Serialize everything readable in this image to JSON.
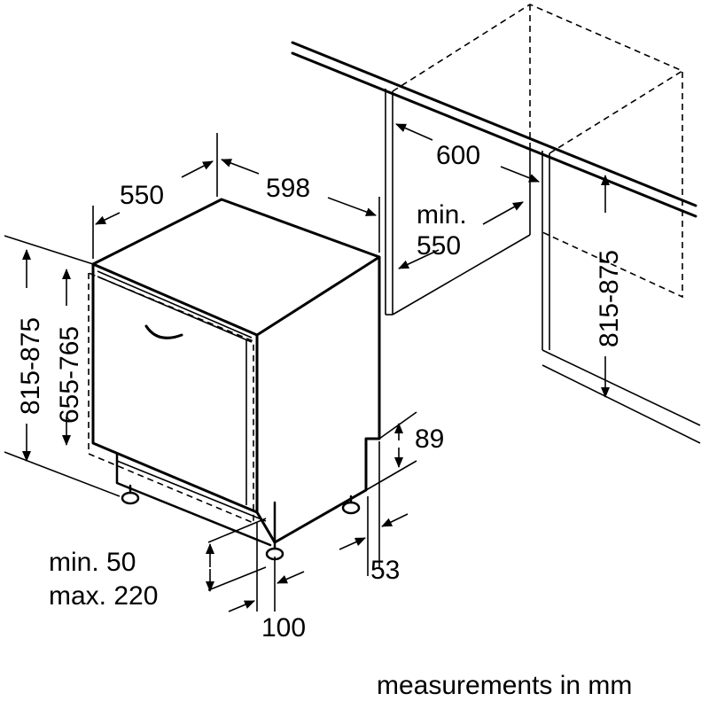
{
  "labels": {
    "depth_550": "550",
    "width_598": "598",
    "niche_width_600": "600",
    "niche_depth_min": "min.",
    "niche_depth_550": "550",
    "niche_height": "815-875",
    "height_left": "815-875",
    "door_height": "655-765",
    "plinth_89": "89",
    "plinth_53": "53",
    "foot_min": "min. 50",
    "foot_max": "max. 220",
    "foot_100": "100",
    "units": "measurements in mm"
  }
}
